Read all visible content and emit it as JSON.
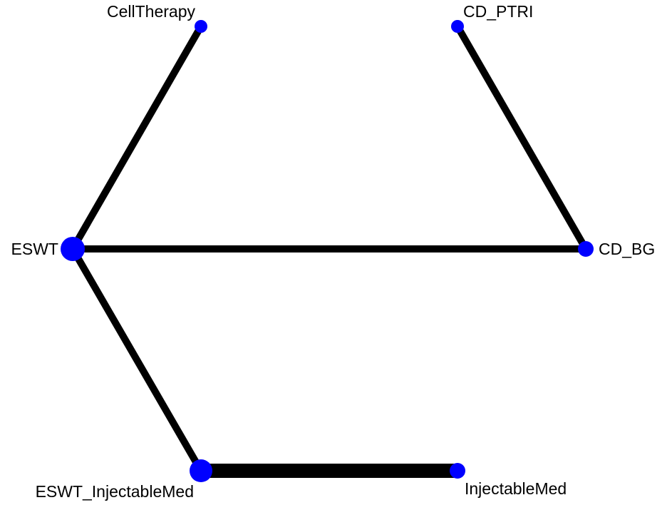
{
  "colors": {
    "edge": "#000000",
    "node": "#0000ff",
    "label": "#000000",
    "background": "#ffffff"
  },
  "nodes": [
    {
      "id": "CellTherapy",
      "label": "CellTherapy"
    },
    {
      "id": "CD_PTRI",
      "label": "CD_PTRI"
    },
    {
      "id": "ESWT",
      "label": "ESWT"
    },
    {
      "id": "CD_BG",
      "label": "CD_BG"
    },
    {
      "id": "ESWT_InjectableMed",
      "label": "ESWT_InjectableMed"
    },
    {
      "id": "InjectableMed",
      "label": "InjectableMed"
    }
  ],
  "edges": [
    {
      "from": "ESWT",
      "to": "CellTherapy"
    },
    {
      "from": "CD_PTRI",
      "to": "CD_BG"
    },
    {
      "from": "ESWT",
      "to": "CD_BG"
    },
    {
      "from": "ESWT",
      "to": "ESWT_InjectableMed"
    },
    {
      "from": "ESWT_InjectableMed",
      "to": "InjectableMed"
    }
  ]
}
